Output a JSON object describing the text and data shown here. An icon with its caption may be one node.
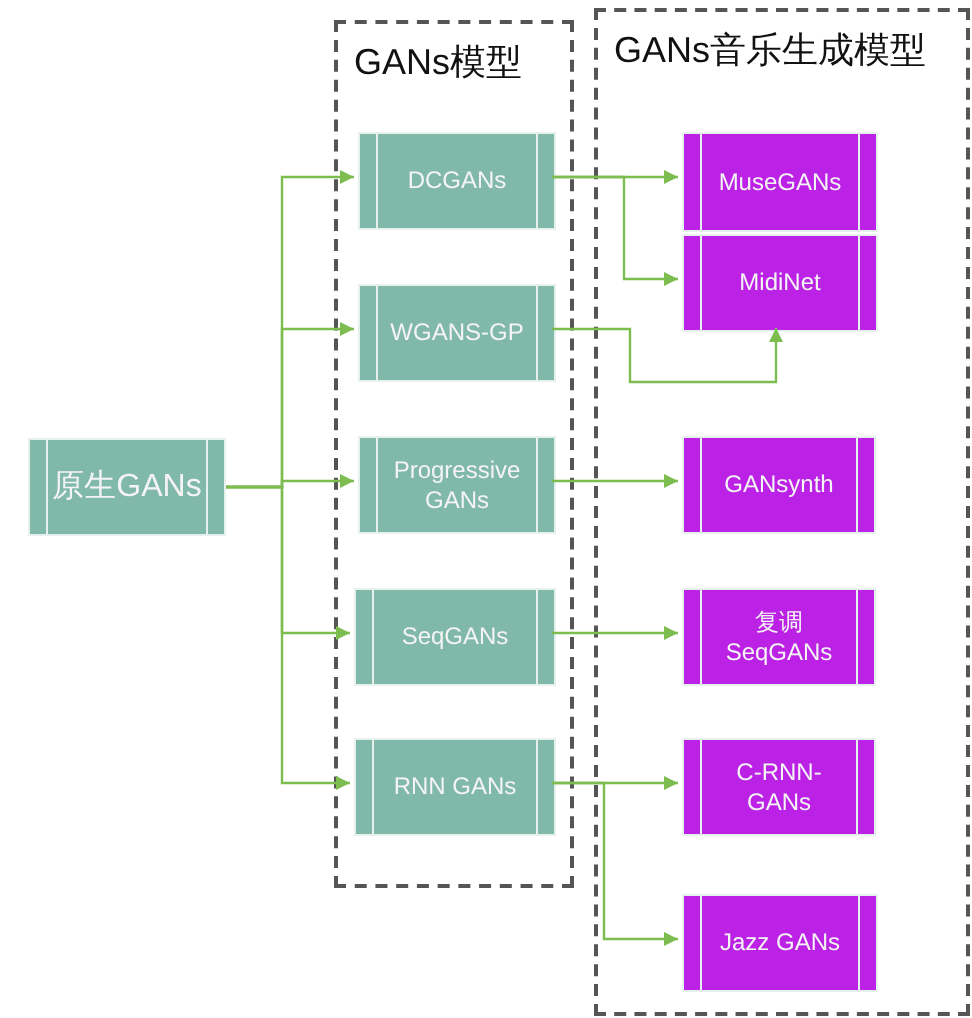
{
  "diagram": {
    "nodes": [
      {
        "text": [
          "原生GANs"
        ]
      },
      {
        "text": [
          "GANs模型"
        ]
      },
      {
        "text": [
          "DCGANs"
        ],
        "in": 1
      },
      {
        "text": [
          "WGANS-GP"
        ],
        "in": 1
      },
      {
        "text": [
          "Progressive GANs"
        ],
        "in": 1
      },
      {
        "text": [
          "SeqGANs"
        ],
        "in": 1
      },
      {
        "text": [
          "RNN GANs"
        ],
        "in": 1
      },
      {
        "text": [
          "GANs音乐生成模型"
        ]
      },
      {
        "text": [
          "MuseGANs"
        ],
        "in": 7
      },
      {
        "text": [
          "MidiNet"
        ],
        "in": 7
      },
      {
        "text": [
          "GANsynth"
        ],
        "in": 7
      },
      {
        "text": [
          "复调 SeqGANs"
        ],
        "in": 7
      },
      {
        "text": [
          "C-RNN- GANs"
        ],
        "in": 7
      },
      {
        "text": [
          "Jazz GANs"
        ],
        "in": 7
      }
    ],
    "edges": [
      {
        "from": 0,
        "to": 2,
        "arrow": "to"
      },
      {
        "from": 0,
        "to": 3,
        "arrow": "to"
      },
      {
        "from": 0,
        "to": 4,
        "arrow": "to"
      },
      {
        "from": 0,
        "to": 5,
        "arrow": "to"
      },
      {
        "from": 0,
        "to": 6,
        "arrow": "to"
      },
      {
        "from": 2,
        "to": 8,
        "arrow": "to"
      },
      {
        "from": 2,
        "to": 9,
        "arrow": "to"
      },
      {
        "from": 3,
        "to": 9,
        "arrow": "to"
      },
      {
        "from": 4,
        "to": 10,
        "arrow": "to"
      },
      {
        "from": 5,
        "to": 11,
        "arrow": "to"
      },
      {
        "from": 6,
        "to": 12,
        "arrow": "to"
      },
      {
        "from": 6,
        "to": 13,
        "arrow": "to"
      }
    ]
  }
}
